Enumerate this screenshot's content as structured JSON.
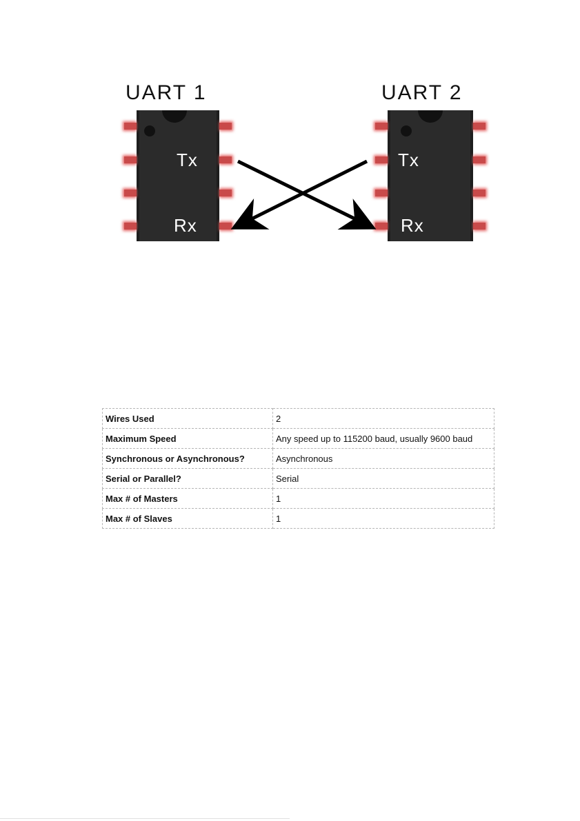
{
  "diagram": {
    "chip_left_label": "UART 1",
    "chip_right_label": "UART 2",
    "left_tx": "Tx",
    "left_rx": "Rx",
    "right_tx": "Tx",
    "right_rx": "Rx",
    "colors": {
      "chip_body": "#262626",
      "pin": "#d9534f",
      "wire": "#000000"
    }
  },
  "table": {
    "rows": [
      {
        "key": "Wires Used",
        "value": "2"
      },
      {
        "key": "Maximum Speed",
        "value": "Any speed up to 115200 baud, usually 9600 baud"
      },
      {
        "key": "Synchronous or Asynchronous?",
        "value": "Asynchronous"
      },
      {
        "key": "Serial or Parallel?",
        "value": "Serial"
      },
      {
        "key": "Max # of Masters",
        "value": "1"
      },
      {
        "key": "Max # of Slaves",
        "value": "1"
      }
    ]
  }
}
